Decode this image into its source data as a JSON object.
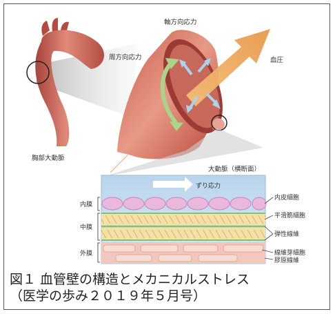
{
  "labels": {
    "thoracic_aorta": "胸部大動脈",
    "axial_stress": "軸方向応力",
    "circumferential_stress": "周方向応力",
    "blood_pressure": "血圧",
    "aorta_cross_section": "大動脈（横断面）",
    "shear_stress": "ずり応力",
    "intima": "内膜",
    "media": "中膜",
    "adventitia": "外膜",
    "endothelial_cells": "内皮細胞",
    "smooth_muscle_cells": "平滑筋細胞",
    "elastic_fibers": "弾性線維",
    "fibroblasts": "線維芽細胞",
    "collagen_fibers": "膠原線維"
  },
  "caption": {
    "title": "図１ 血管壁の構造とメカニカルストレス",
    "source": "（医学の歩み２０１９年５月号）"
  }
}
